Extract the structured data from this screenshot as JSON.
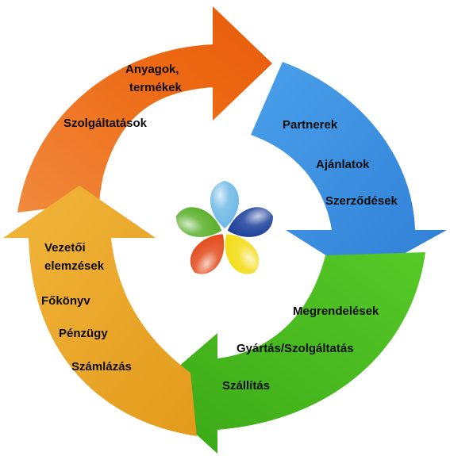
{
  "segments": {
    "orange": {
      "color": "#ee6f1c",
      "labels": [
        "Anyagok,",
        "termékek",
        "Szolgáltatások"
      ]
    },
    "blue": {
      "color": "#3d8fe0",
      "labels": [
        "Partnerek",
        "Ajánlatok",
        "Szerződések"
      ]
    },
    "green": {
      "color": "#4cbf1f",
      "labels": [
        "Megrendelések",
        "Gyártás/Szolgáltatás",
        "Szállítás"
      ]
    },
    "yellow": {
      "color": "#eaa92a",
      "labels": [
        "Vezetői",
        "elemzések",
        "Főkönyv",
        "Pénzügy",
        "Számlázás"
      ]
    }
  },
  "logo": {
    "petal_colors": [
      "#6fb9e6",
      "#1b3f9a",
      "#f2dc16",
      "#e34a1a",
      "#5ab02b"
    ]
  }
}
